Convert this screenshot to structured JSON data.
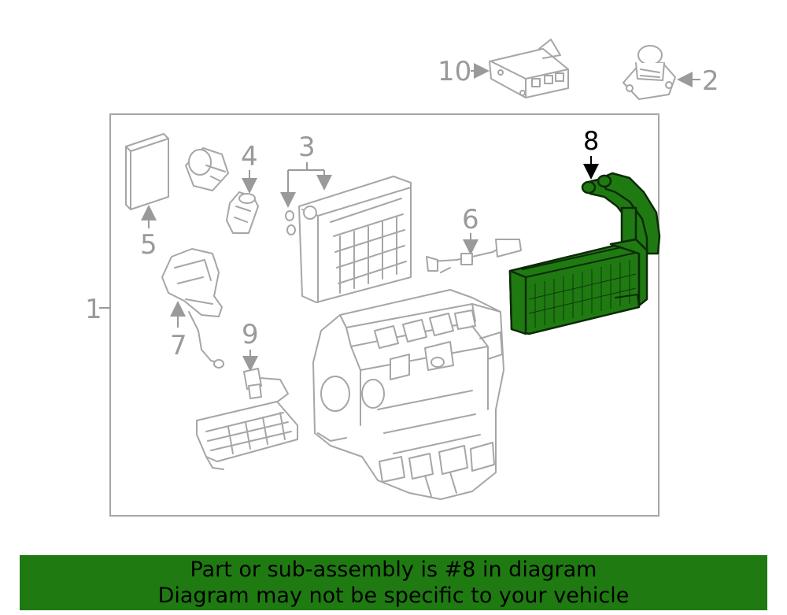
{
  "diagram": {
    "callouts": {
      "c1": "1",
      "c2": "2",
      "c3": "3",
      "c4": "4",
      "c5": "5",
      "c6": "6",
      "c7": "7",
      "c8": "8",
      "c9": "9",
      "c10": "10"
    },
    "highlighted_part": "8",
    "colors": {
      "highlight": "#1f7a12",
      "part_outline": "#a6a6a6",
      "banner": "#1f7a12"
    }
  },
  "banner": {
    "line1": "Part or sub-assembly is #8 in diagram",
    "line2": "Diagram may not be specific to your vehicle"
  }
}
